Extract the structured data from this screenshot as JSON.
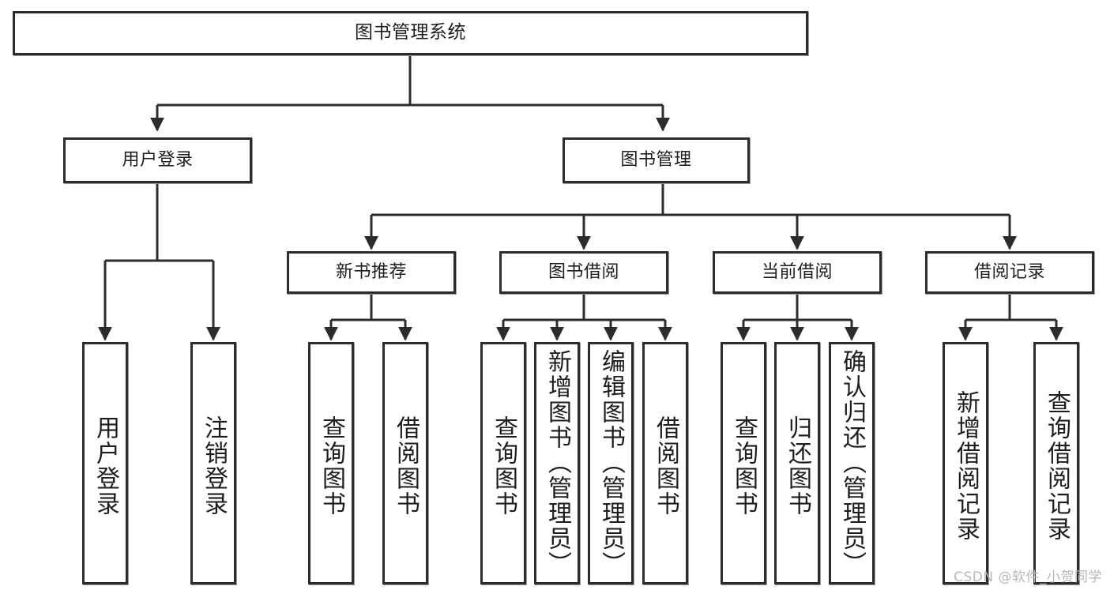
{
  "diagram": {
    "title": "图书管理系统",
    "watermark": "CSDN @软件_小贺同学",
    "line_color": "#2c2c2c",
    "box_fill": "#ffffff",
    "text_color": "#1d1d1d",
    "watermark_color": "#b9b9b9"
  },
  "nodes": {
    "root": {
      "label": "图书管理系统"
    },
    "level1": [
      {
        "label": "用户登录"
      },
      {
        "label": "图书管理"
      }
    ],
    "level2": [
      {
        "label": "新书推荐"
      },
      {
        "label": "图书借阅"
      },
      {
        "label": "当前借阅"
      },
      {
        "label": "借阅记录"
      }
    ],
    "leaves": {
      "user_login": [
        {
          "label": "用户登录"
        },
        {
          "label": "注销登录"
        }
      ],
      "new_book_recommend": [
        {
          "label": "查询图书"
        },
        {
          "label": "借阅图书"
        }
      ],
      "book_borrow": [
        {
          "label": "查询图书"
        },
        {
          "label": "新增图书（管理员）"
        },
        {
          "label": "编辑图书（管理员）"
        },
        {
          "label": "借阅图书"
        }
      ],
      "current_borrow": [
        {
          "label": "查询图书"
        },
        {
          "label": "归还图书"
        },
        {
          "label": "确认归还（管理员）"
        }
      ],
      "borrow_records": [
        {
          "label": "新增借阅记录"
        },
        {
          "label": "查询借阅记录"
        }
      ]
    }
  }
}
